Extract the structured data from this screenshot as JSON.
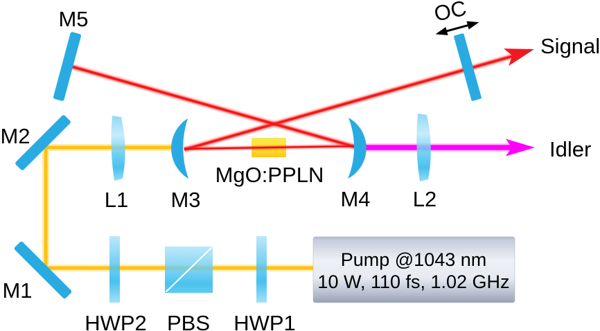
{
  "labels": {
    "m1": "M1",
    "m2": "M2",
    "m3": "M3",
    "m4": "M4",
    "m5": "M5",
    "l1": "L1",
    "l2": "L2",
    "hwp1": "HWP1",
    "hwp2": "HWP2",
    "pbs": "PBS",
    "oc": "OC",
    "crystal": "MgO:PPLN",
    "signal": "Signal",
    "idler": "Idler"
  },
  "pump": {
    "line1": "Pump @1043 nm",
    "line2": "10 W, 110 fs, 1.02 GHz"
  },
  "colors": {
    "optic-blue": "#29ABE2",
    "lens-blue": "#9ADDF8",
    "beam-yellow": "#FFC113",
    "beam-red": "#F51515",
    "beam-magenta": "#FF00FF",
    "crystal-gold": "#FFD629",
    "pump-box-light": "#EDF0F4",
    "pump-box-dark": "#97A2B6",
    "text": "#000000"
  }
}
